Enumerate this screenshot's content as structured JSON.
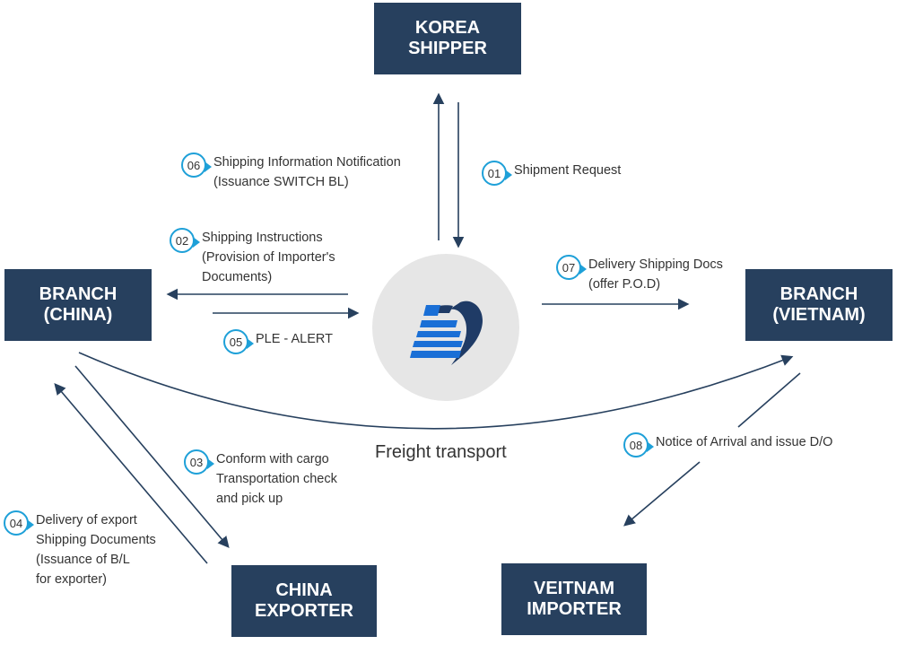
{
  "nodes": {
    "korea_shipper": "KOREA\nSHIPPER",
    "branch_china": "BRANCH\n(CHINA)",
    "branch_vietnam": "BRANCH\n(VIETNAM)",
    "china_exporter": "CHINA\nEXPORTER",
    "vietnam_importer": "VEITNAM\nIMPORTER"
  },
  "steps": [
    {
      "id": "step-06",
      "num": "06",
      "text": "Shipping Information Notification\n(Issuance SWITCH BL)"
    },
    {
      "id": "step-01",
      "num": "01",
      "text": "Shipment Request"
    },
    {
      "id": "step-02",
      "num": "02",
      "text": "Shipping Instructions\n(Provision of Importer's\nDocuments)"
    },
    {
      "id": "step-05",
      "num": "05",
      "text": "PLE - ALERT"
    },
    {
      "id": "step-07",
      "num": "07",
      "text": "Delivery Shipping Docs\n(offer P.O.D)"
    },
    {
      "id": "step-03",
      "num": "03",
      "text": "Conform with cargo\nTransportation check\nand pick up"
    },
    {
      "id": "step-04",
      "num": "04",
      "text": "Delivery of export\nShipping Documents\n(Issuance of B/L\nfor exporter)"
    },
    {
      "id": "step-08",
      "num": "08",
      "text": "Notice of Arrival and issue D/O"
    }
  ],
  "freight_label": "Freight transport",
  "colors": {
    "node_bg": "#27405e",
    "arrow": "#27405e",
    "badge": "#1ea0d8",
    "logo_blue": "#1a6fd6",
    "logo_navy": "#1f3b66"
  }
}
